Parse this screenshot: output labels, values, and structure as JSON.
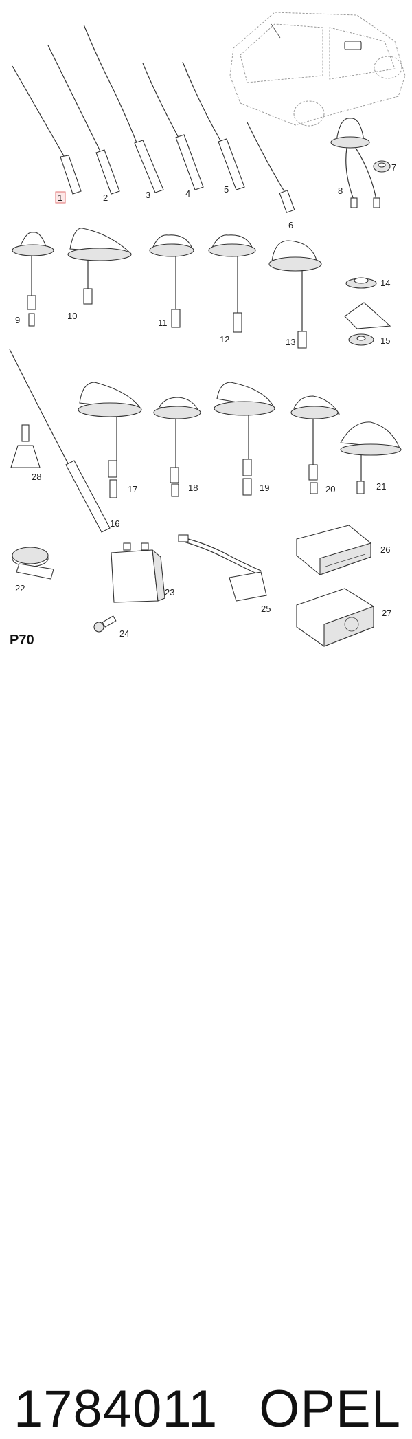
{
  "diagram": {
    "callouts": [
      "1",
      "2",
      "3",
      "4",
      "5",
      "6",
      "7",
      "8",
      "9",
      "10",
      "11",
      "12",
      "13",
      "14",
      "15",
      "16",
      "17",
      "18",
      "19",
      "20",
      "21",
      "22",
      "23",
      "24",
      "25",
      "26",
      "27",
      "28"
    ],
    "highlighted_callout": "1",
    "section_label": "P70"
  },
  "footer": {
    "part_number": "1784011",
    "brand": "OPEL"
  },
  "colors": {
    "highlight_border": "#e07070",
    "highlight_fill": "#fde8e8",
    "line": "#333333"
  }
}
